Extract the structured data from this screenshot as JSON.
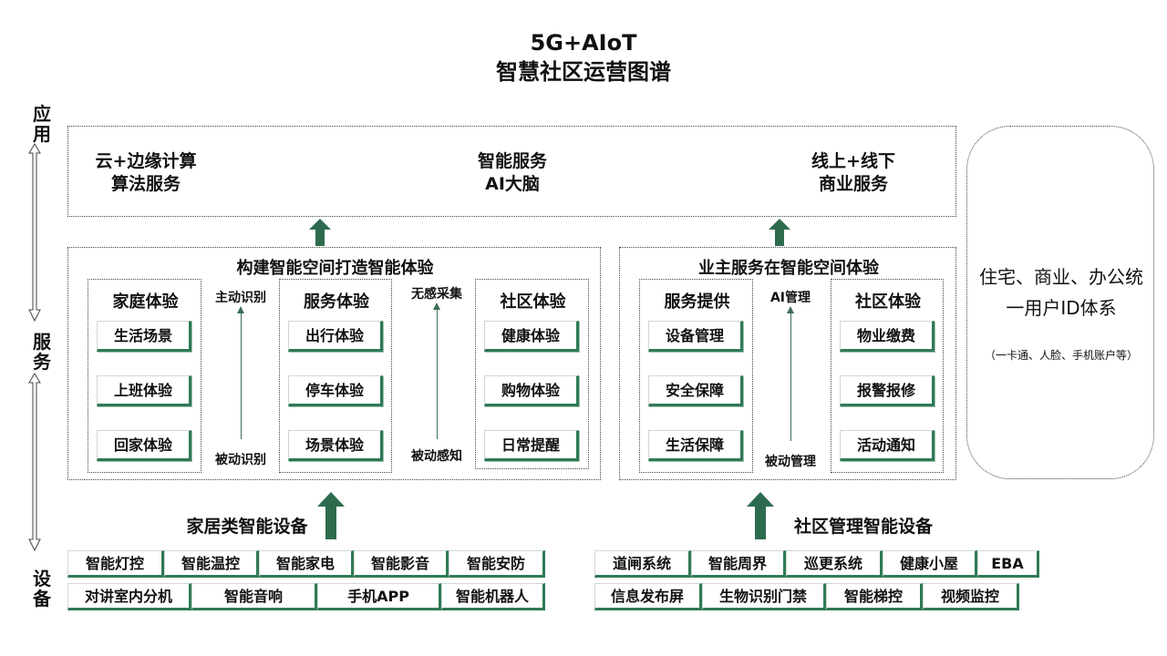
{
  "title": {
    "line1": "5G+AIoT",
    "line2": "智慧社区运营图谱"
  },
  "side_labels": {
    "top": "应用",
    "middle": "服务",
    "bottom": "设备"
  },
  "application": {
    "left": [
      "云+边缘计算",
      "算法服务"
    ],
    "center": [
      "智能服务",
      "AI大脑"
    ],
    "right": [
      "线上+线下",
      "商业服务"
    ]
  },
  "left_section": {
    "title": "构建智能空间打造智能体验",
    "columns": [
      {
        "title": "家庭体验",
        "items": [
          "生活场景",
          "上班体验",
          "回家体验"
        ]
      },
      {
        "title": "服务体验",
        "items": [
          "出行体验",
          "停车体验",
          "场景体验"
        ]
      },
      {
        "title": "社区体验",
        "items": [
          "健康体验",
          "购物体验",
          "日常提醒"
        ]
      }
    ],
    "flows": [
      {
        "top": "主动识别",
        "bottom": "被动识别"
      },
      {
        "top": "无感采集",
        "bottom": "被动感知"
      }
    ]
  },
  "right_section": {
    "title": "业主服务在智能空间体验",
    "columns": [
      {
        "title": "服务提供",
        "items": [
          "设备管理",
          "安全保障",
          "生活保障"
        ]
      },
      {
        "title": "社区体验",
        "items": [
          "物业缴费",
          "报警报修",
          "活动通知"
        ]
      }
    ],
    "flow": {
      "top": "AI管理",
      "bottom": "被动管理"
    }
  },
  "id_system": {
    "line1": "住宅、商业、办公统",
    "line2": "一用户ID体系",
    "note": "（一卡通、人脸、手机账户等）"
  },
  "home_devices": {
    "label": "家居类智能设备",
    "row1": [
      "智能灯控",
      "智能温控",
      "智能家电",
      "智能影音",
      "智能安防"
    ],
    "row2": [
      "对讲室内分机",
      "智能音响",
      "手机APP",
      "智能机器人"
    ]
  },
  "community_devices": {
    "label": "社区管理智能设备",
    "row1": [
      "道闸系统",
      "智能周界",
      "巡更系统",
      "健康小屋",
      "EBA"
    ],
    "row2": [
      "信息发布屏",
      "生物识别门禁",
      "智能梯控",
      "视频监控"
    ]
  },
  "colors": {
    "accent": "#2f7a55",
    "arrow": "#2e6b4e"
  }
}
